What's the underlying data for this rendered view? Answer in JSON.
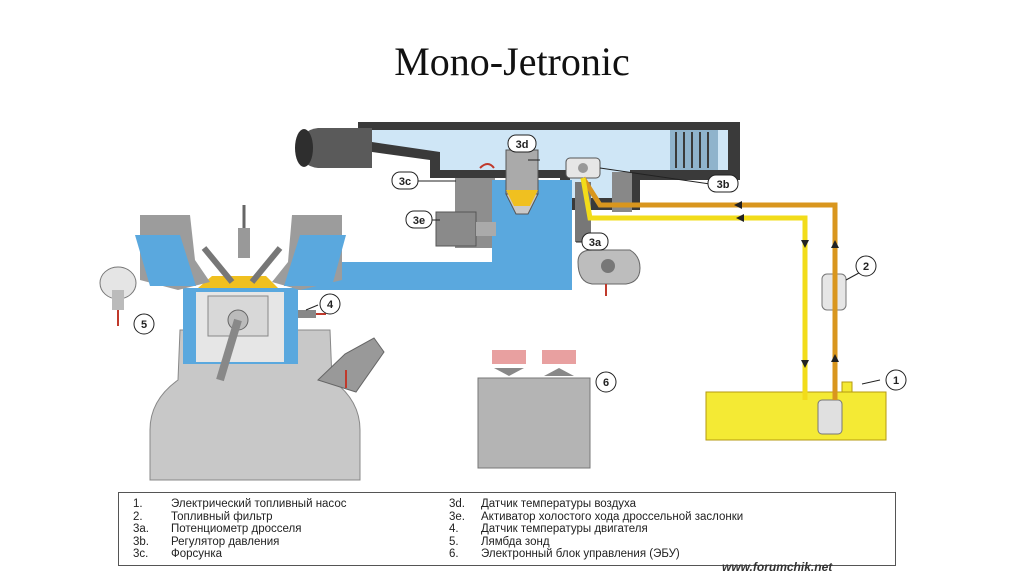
{
  "title": "Mono-Jetronic",
  "callouts": {
    "c1": "1",
    "c2": "2",
    "c3a": "3a",
    "c3b": "3b",
    "c3c": "3c",
    "c3d": "3d",
    "c3e": "3e",
    "c4": "4",
    "c5": "5",
    "c6": "6"
  },
  "legend": {
    "left": [
      {
        "num": "1.",
        "text": "Электрический топливный насос"
      },
      {
        "num": "2.",
        "text": "Топливный фильтр"
      },
      {
        "num": "3a.",
        "text": "Потенциометр дросселя"
      },
      {
        "num": "3b.",
        "text": "Регулятор давления"
      },
      {
        "num": "3c.",
        "text": "Форсунка"
      }
    ],
    "right": [
      {
        "num": "3d.",
        "text": "Датчик температуры воздуха"
      },
      {
        "num": "3e.",
        "text": "Активатор холостого хода дроссельной заслонки"
      },
      {
        "num": "4.",
        "text": "Датчик температуры двигателя"
      },
      {
        "num": "5.",
        "text": "Лямбда зонд"
      },
      {
        "num": "6.",
        "text": "Электронный блок управления (ЭБУ)"
      }
    ]
  },
  "watermark": "www.forumchik.net",
  "colors": {
    "intake_blue": "#5aa8de",
    "air_light_blue": "#cfe6f6",
    "fuel_yellow": "#f2dc1a",
    "fuel_orange": "#d9961e",
    "tank_yellow": "#f4ea34",
    "engine_gray": "#c8c8c8",
    "ecu_gray": "#b4b4b4",
    "connector_pink": "#e8a0a0"
  }
}
